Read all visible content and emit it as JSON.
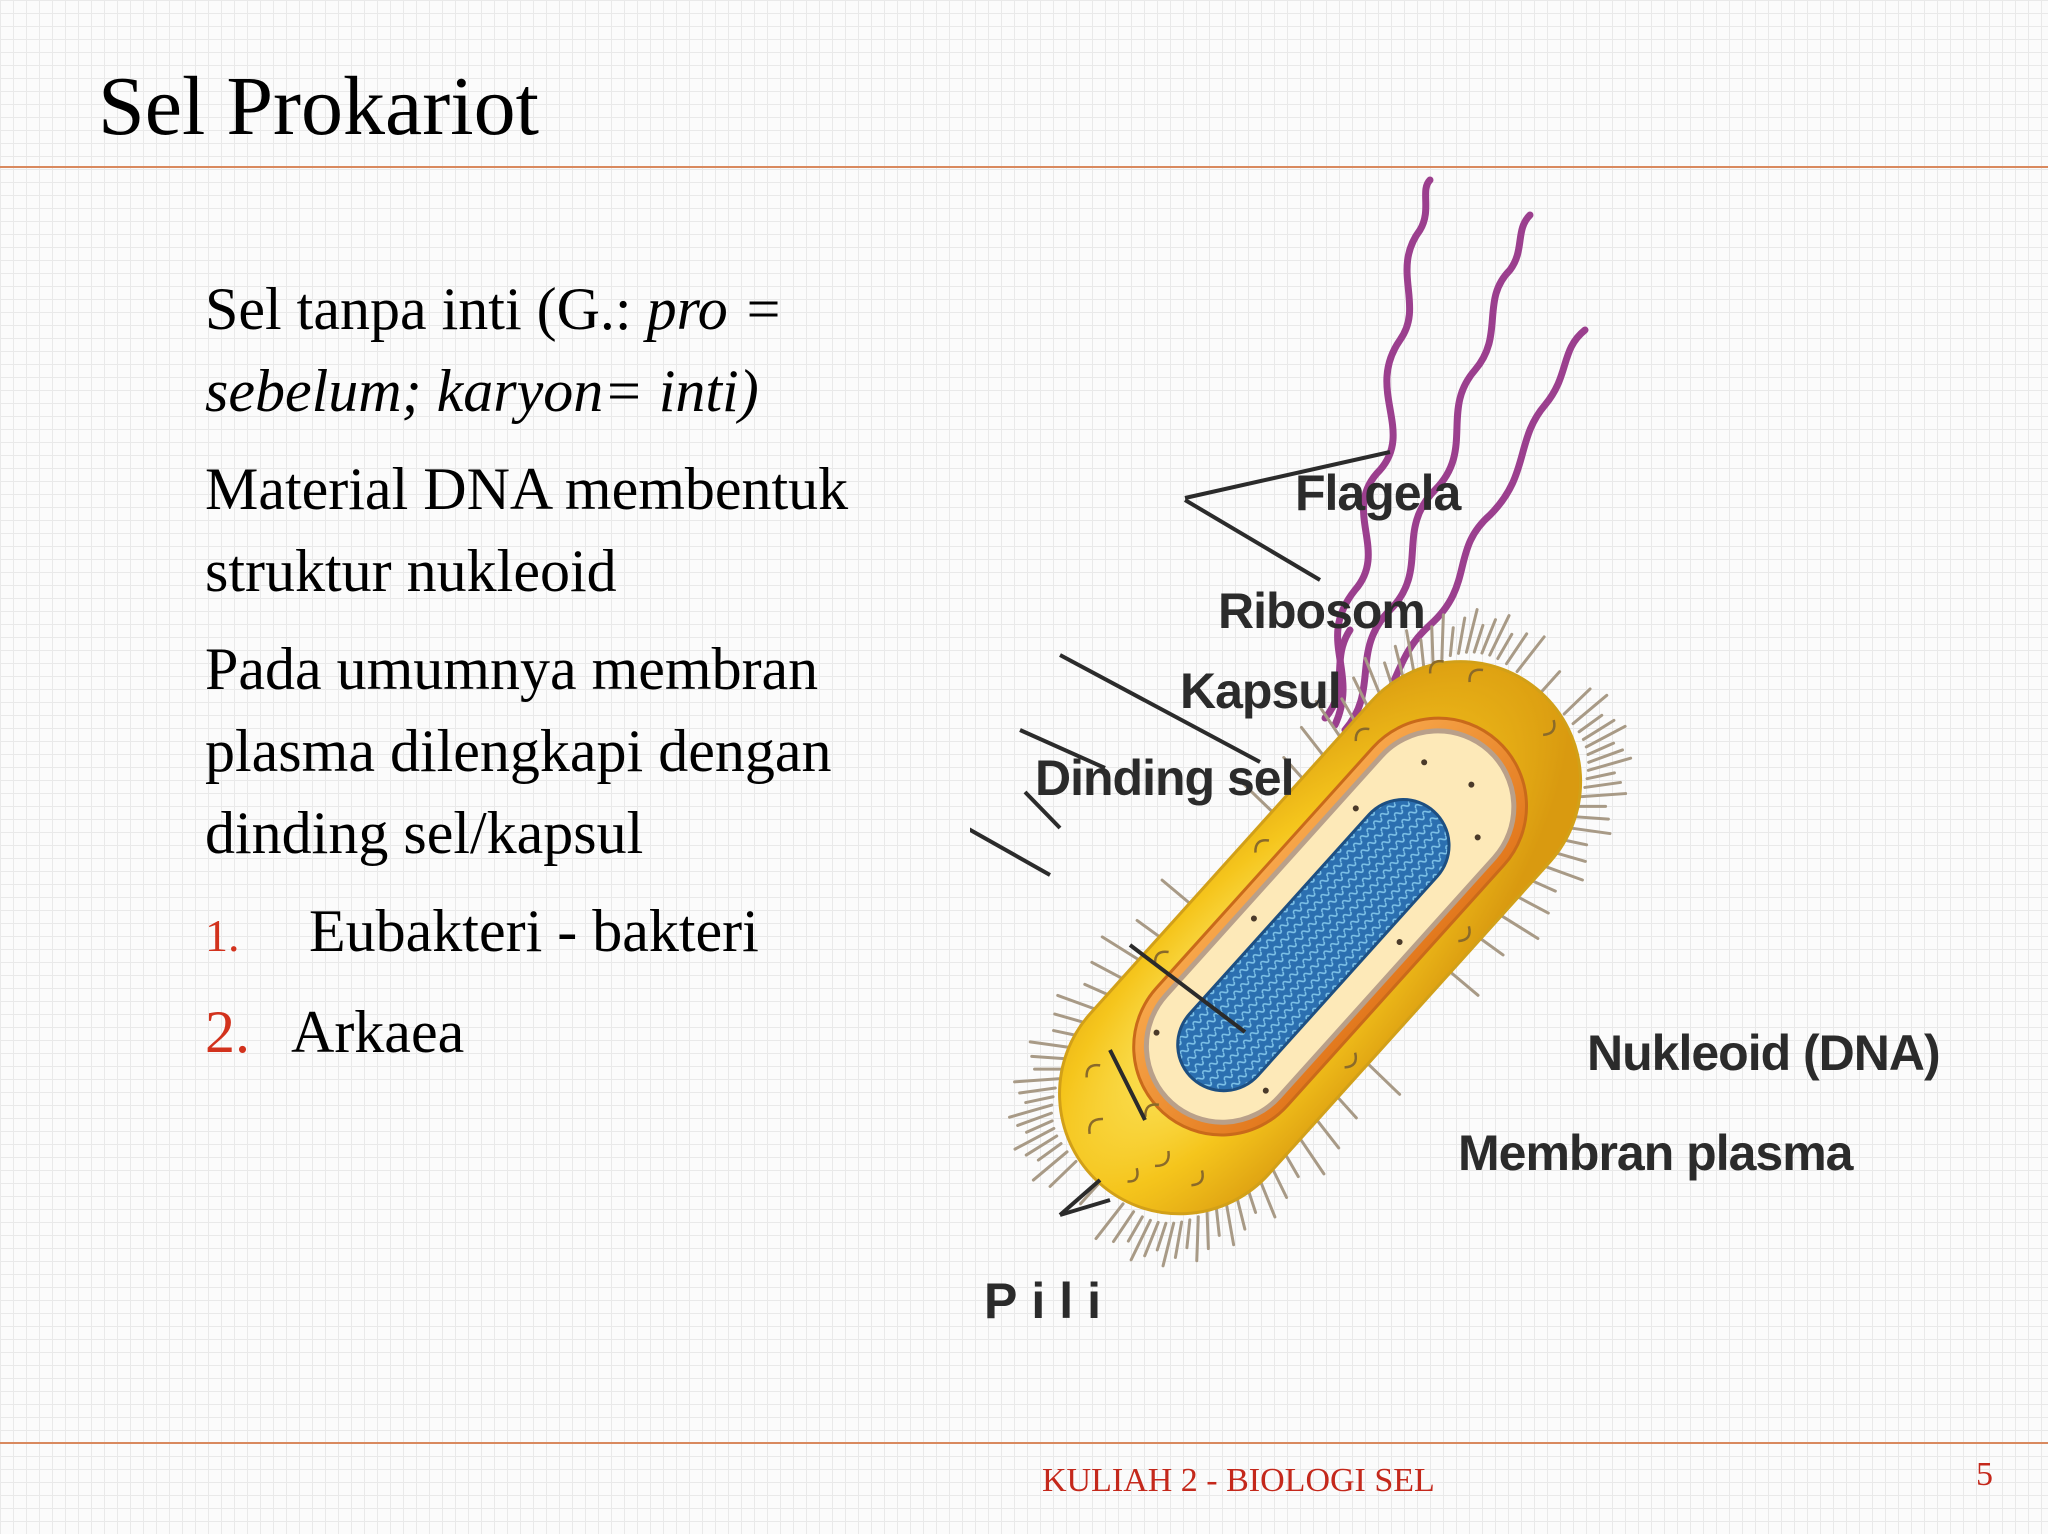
{
  "slide": {
    "title": "Sel Prokariot",
    "paragraphs": {
      "p1_a": "Sel tanpa inti (G.: ",
      "p1_b": "pro = sebelum; karyon= inti)",
      "p2": "Material DNA membentuk struktur nukleoid",
      "p3": "Pada umumnya membran plasma dilengkapi dengan dinding sel/kapsul"
    },
    "list": [
      {
        "num": "1.",
        "text": "Eubakteri - bakteri"
      },
      {
        "num": "2.",
        "text": "Arkaea"
      }
    ]
  },
  "diagram": {
    "labels": {
      "flagela": "Flagela",
      "ribosom": "Ribosom",
      "kapsul": "Kapsul",
      "dinding_sel": "Dinding sel",
      "nukleoid": "Nukleoid (DNA)",
      "membran": "Membran plasma",
      "pili": "Pili"
    }
  },
  "footer": {
    "text": "KULIAH 2 - BIOLOGI SEL",
    "page": "5"
  },
  "colors": {
    "accent_rule": "#d9895e",
    "footer_red": "#c4281b",
    "list_number_red": "#d2321d",
    "cell_yellow": "#f5c51c",
    "flagella_purple": "#9b3f8e",
    "nucleoid_blue": "#2b6fb0"
  }
}
